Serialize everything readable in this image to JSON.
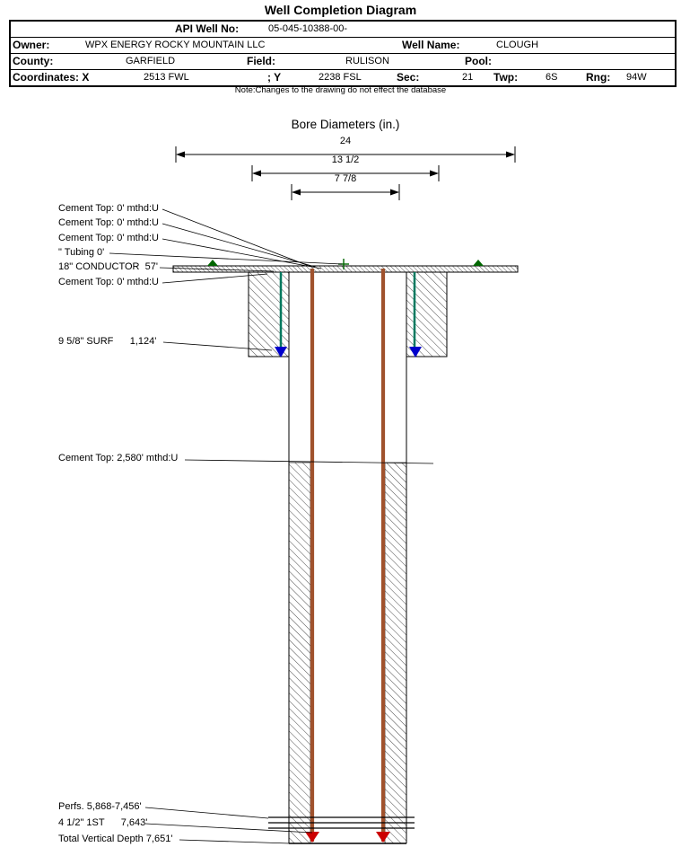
{
  "title": "Well Completion Diagram",
  "table": {
    "api": {
      "label": "API Well No:",
      "value": "05-045-10388-00-"
    },
    "owner": {
      "label": "Owner:",
      "value": "WPX ENERGY ROCKY MOUNTAIN LLC"
    },
    "well_name": {
      "label": "Well Name:",
      "value": "CLOUGH"
    },
    "county": {
      "label": "County:",
      "value": "GARFIELD"
    },
    "field": {
      "label": "Field:",
      "value": "RULISON"
    },
    "pool": {
      "label": "Pool:",
      "value": ""
    },
    "coordinates": {
      "label": "Coordinates: X",
      "x_value": "2513 FWL",
      "y_label": "; Y",
      "y_value": "2238 FSL"
    },
    "sec": {
      "label": "Sec:",
      "value": "21"
    },
    "twp": {
      "label": "Twp:",
      "value": "6S"
    },
    "rng": {
      "label": "Rng:",
      "value": "94W"
    }
  },
  "note": "Note:Changes to the drawing do not effect the database",
  "diagram": {
    "title": "Bore Diameters (in.)",
    "bore_diameters": [
      "24",
      "13 1/2",
      "7 7/8"
    ],
    "annotations": {
      "cement_top_1": "Cement Top: 0' mthd:U",
      "cement_top_2": "Cement Top: 0' mthd:U",
      "cement_top_3": "Cement Top: 0' mthd:U",
      "tubing": "\" Tubing 0'",
      "conductor": "18\" CONDUCTOR  57'",
      "cement_top_4": "Cement Top: 0' mthd:U",
      "surface_casing": "9 5/8\" SURF      1,124'",
      "cement_top_5": "Cement Top: 2,580' mthd:U",
      "perforations": "Perfs. 5,868-7,456'",
      "production_casing": "4 1/2\" 1ST      7,643'",
      "total_depth": "Total Vertical Depth 7,651'"
    },
    "colors": {
      "casing_green": "#00795f",
      "marker_green": "#006600",
      "tubing_brown": "#a0522d",
      "shoe_blue": "#0000cc",
      "shoe_red": "#cc0000"
    }
  }
}
